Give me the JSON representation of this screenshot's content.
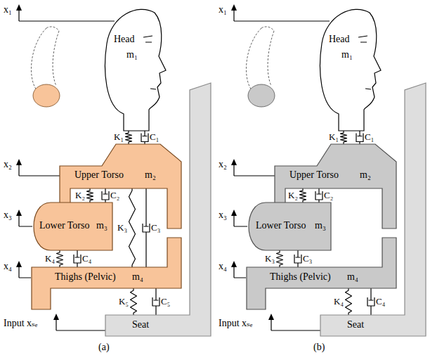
{
  "diagram": {
    "nodes": [
      {
        "text": [
          "Head",
          "m₁"
        ]
      },
      {
        "text": [
          "Upper Torso",
          "m₂"
        ]
      },
      {
        "text": [
          "Lower Torso",
          "m₃"
        ]
      },
      {
        "text": [
          "Thighs (Pelvic)",
          "m₄"
        ]
      },
      {
        "text": [
          "Seat"
        ]
      },
      {
        "text": [
          "Head",
          "m₁"
        ]
      },
      {
        "text": [
          "Upper Torso",
          "m₂"
        ]
      },
      {
        "text": [
          "Lower Torso",
          "m₃"
        ]
      },
      {
        "text": [
          "Thighs (Pelvic)",
          "m₄"
        ]
      },
      {
        "text": [
          "Seat"
        ]
      }
    ],
    "edges": [
      {
        "from": 0,
        "to": 1,
        "arrow": "none",
        "label": "K₁"
      },
      {
        "from": 0,
        "to": 1,
        "arrow": "none",
        "label": "C₁"
      },
      {
        "from": 1,
        "to": 2,
        "arrow": "none",
        "label": "K₂"
      },
      {
        "from": 1,
        "to": 2,
        "arrow": "none",
        "label": "C₂"
      },
      {
        "from": 1,
        "to": 3,
        "arrow": "none",
        "label": "K₃"
      },
      {
        "from": 1,
        "to": 3,
        "arrow": "none",
        "label": "C₃"
      },
      {
        "from": 2,
        "to": 3,
        "arrow": "none",
        "label": "K₄"
      },
      {
        "from": 2,
        "to": 3,
        "arrow": "none",
        "label": "C₄"
      },
      {
        "from": 3,
        "to": 4,
        "arrow": "none",
        "label": "K₅"
      },
      {
        "from": 3,
        "to": 4,
        "arrow": "none",
        "label": "C₅"
      },
      {
        "from": 5,
        "to": 6,
        "arrow": "none",
        "label": "K₁"
      },
      {
        "from": 5,
        "to": 6,
        "arrow": "none",
        "label": "C₁"
      },
      {
        "from": 6,
        "to": 7,
        "arrow": "none",
        "label": "K₂"
      },
      {
        "from": 6,
        "to": 7,
        "arrow": "none",
        "label": "C₂"
      },
      {
        "from": 7,
        "to": 8,
        "arrow": "none",
        "label": "K₃"
      },
      {
        "from": 7,
        "to": 8,
        "arrow": "none",
        "label": "C₃"
      },
      {
        "from": 8,
        "to": 9,
        "arrow": "none",
        "label": "K₄"
      },
      {
        "from": 8,
        "to": 9,
        "arrow": "none",
        "label": "C₄"
      }
    ],
    "labels": [
      "x₁",
      "x₂",
      "x₃",
      "x₄",
      "Input xₛₑ",
      "(a)",
      "x₁",
      "x₂",
      "x₃",
      "x₄",
      "Input xₛₑ",
      "(b)"
    ]
  }
}
